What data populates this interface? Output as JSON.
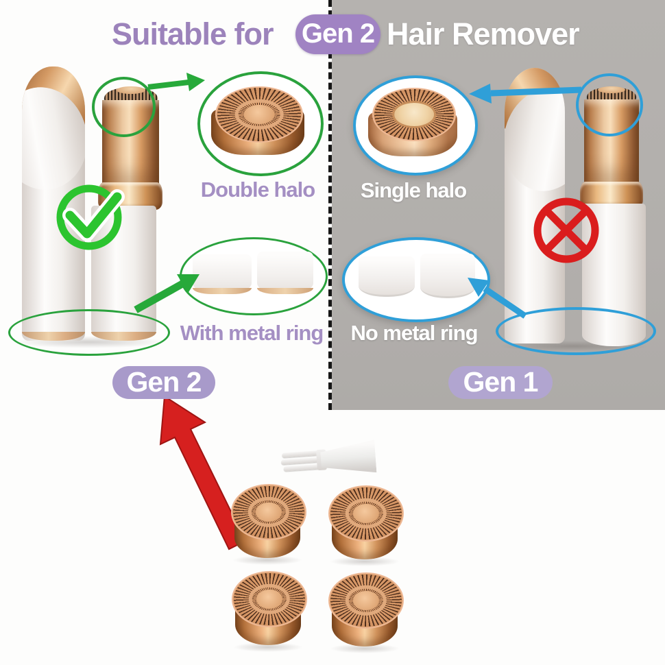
{
  "title": {
    "prefix": "Suitable for",
    "badge": "Gen 2",
    "suffix": "Hair Remover"
  },
  "gen2_section": {
    "badge": "Gen 2",
    "head_zoom_label": "Double halo",
    "base_zoom_label": "With metal ring",
    "verdict_icon": "check-mark",
    "annotation_color": "#2aa23d"
  },
  "gen1_section": {
    "badge": "Gen 1",
    "head_zoom_label": "Single halo",
    "base_zoom_label": "No metal ring",
    "verdict_icon": "cross-mark",
    "annotation_color": "#2f9fd8"
  },
  "kit_items": {
    "replacement_heads": 4,
    "cleaning_brush": 1
  },
  "colors": {
    "left_background": "#fdfdfc",
    "right_background": "#b2afac",
    "title_purple": "#9c83bb",
    "title_badge_purple": "#a083c3",
    "bottom_badge_purple": "#a89aca",
    "label_purple": "#a48fc3",
    "green": "#2aa23d",
    "check_green": "#2cc42f",
    "blue": "#2f9fd8",
    "red": "#d6201f",
    "rose_gold": "#d1935c",
    "white_text": "#ffffff"
  }
}
